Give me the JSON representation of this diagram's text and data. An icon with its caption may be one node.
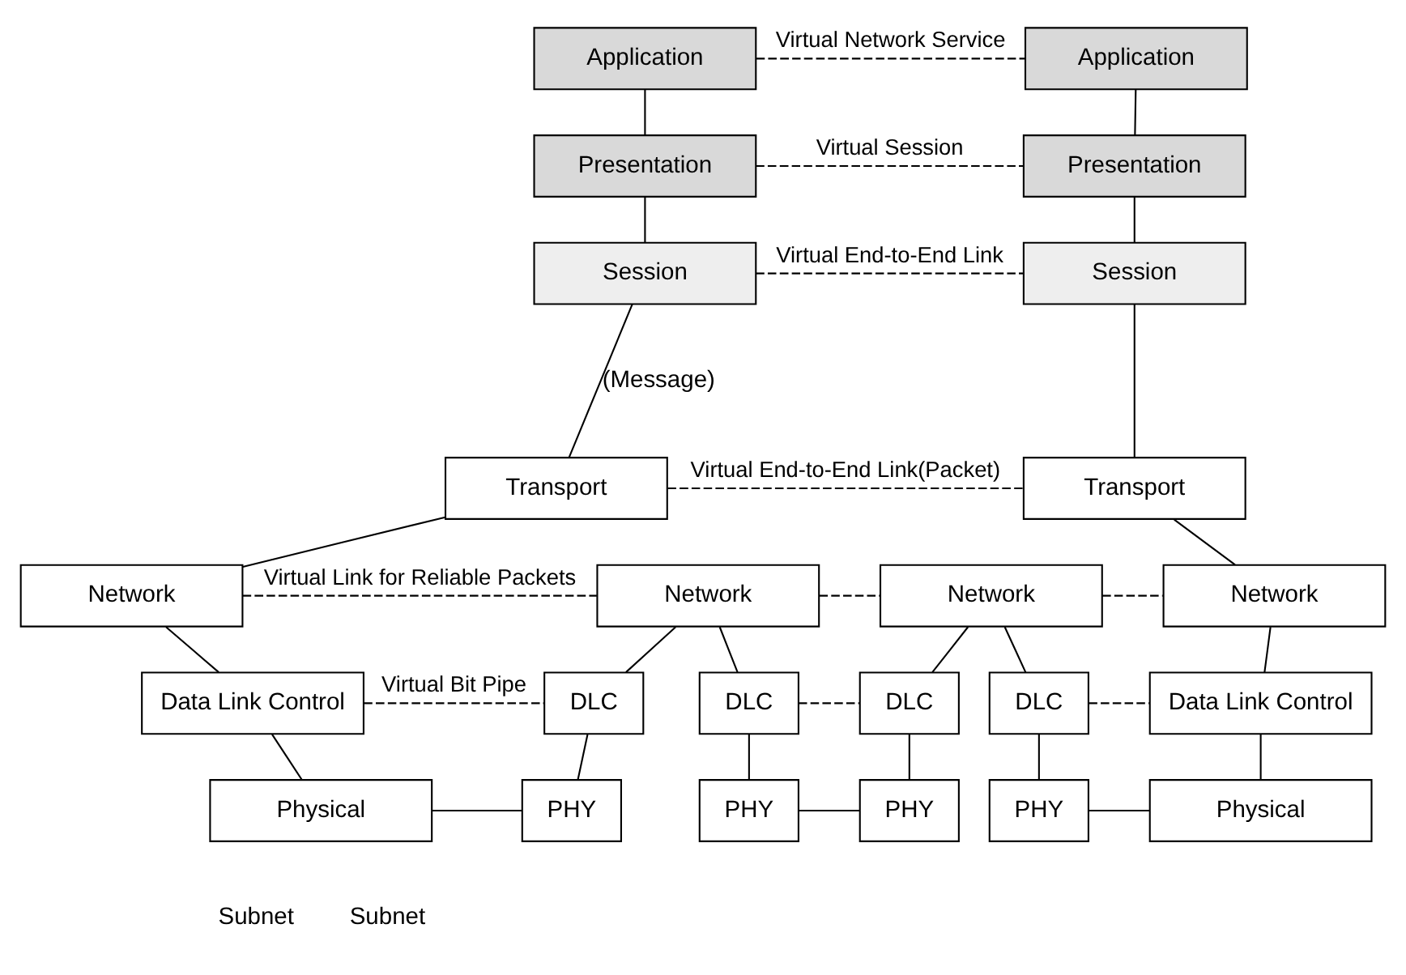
{
  "diagram": {
    "nodes": [
      {
        "text": [
          "Application"
        ]
      },
      {
        "text": [
          "Presentation"
        ]
      },
      {
        "text": [
          "Session"
        ]
      },
      {
        "text": [
          "Transport"
        ]
      },
      {
        "text": [
          "Network"
        ]
      },
      {
        "text": [
          "Data Link Control"
        ]
      },
      {
        "text": [
          "Physical"
        ]
      },
      {
        "text": [
          "Network"
        ]
      },
      {
        "text": [
          "DLC"
        ]
      },
      {
        "text": [
          "DLC"
        ]
      },
      {
        "text": [
          "PHY"
        ]
      },
      {
        "text": [
          "PHY"
        ]
      },
      {
        "text": [
          "Network"
        ]
      },
      {
        "text": [
          "DLC"
        ]
      },
      {
        "text": [
          "DLC"
        ]
      },
      {
        "text": [
          "PHY"
        ]
      },
      {
        "text": [
          "PHY"
        ]
      },
      {
        "text": [
          "Application"
        ]
      },
      {
        "text": [
          "Presentation"
        ]
      },
      {
        "text": [
          "Session"
        ]
      },
      {
        "text": [
          "Transport"
        ]
      },
      {
        "text": [
          "Network"
        ]
      },
      {
        "text": [
          "Data Link Control"
        ]
      },
      {
        "text": [
          "Physical"
        ]
      }
    ],
    "edges": [
      {
        "from": 0,
        "to": 1,
        "arrow": "none"
      },
      {
        "from": 1,
        "to": 2,
        "arrow": "none"
      },
      {
        "from": 2,
        "to": 3,
        "arrow": "none"
      },
      {
        "from": 3,
        "to": 4,
        "arrow": "none"
      },
      {
        "from": 4,
        "to": 5,
        "arrow": "none"
      },
      {
        "from": 5,
        "to": 6,
        "arrow": "none"
      },
      {
        "from": 7,
        "to": 8,
        "arrow": "none"
      },
      {
        "from": 7,
        "to": 9,
        "arrow": "none"
      },
      {
        "from": 8,
        "to": 10,
        "arrow": "none"
      },
      {
        "from": 9,
        "to": 11,
        "arrow": "none"
      },
      {
        "from": 12,
        "to": 13,
        "arrow": "none"
      },
      {
        "from": 12,
        "to": 14,
        "arrow": "none"
      },
      {
        "from": 13,
        "to": 15,
        "arrow": "none"
      },
      {
        "from": 14,
        "to": 16,
        "arrow": "none"
      },
      {
        "from": 17,
        "to": 18,
        "arrow": "none"
      },
      {
        "from": 18,
        "to": 19,
        "arrow": "none"
      },
      {
        "from": 19,
        "to": 20,
        "arrow": "none"
      },
      {
        "from": 20,
        "to": 21,
        "arrow": "none"
      },
      {
        "from": 21,
        "to": 22,
        "arrow": "none"
      },
      {
        "from": 22,
        "to": 23,
        "arrow": "none"
      },
      {
        "from": 6,
        "to": 10,
        "arrow": "none"
      },
      {
        "from": 11,
        "to": 15,
        "arrow": "none"
      },
      {
        "from": 16,
        "to": 23,
        "arrow": "none"
      },
      {
        "from": 0,
        "to": 17,
        "arrow": "none",
        "style": "dashed",
        "label": "Virtual Network Service"
      },
      {
        "from": 1,
        "to": 18,
        "arrow": "none",
        "style": "dashed",
        "label": "Virtual Session"
      },
      {
        "from": 2,
        "to": 19,
        "arrow": "none",
        "style": "dashed",
        "label": "Virtual End-to-End Link"
      },
      {
        "from": 3,
        "to": 20,
        "arrow": "none",
        "style": "dashed",
        "label": "Virtual End-to-End Link(Packet)"
      },
      {
        "from": 4,
        "to": 7,
        "arrow": "none",
        "style": "dashed",
        "label": "Virtual Link for Reliable Packets"
      },
      {
        "from": 7,
        "to": 12,
        "arrow": "none",
        "style": "dashed"
      },
      {
        "from": 12,
        "to": 21,
        "arrow": "none",
        "style": "dashed"
      },
      {
        "from": 5,
        "to": 8,
        "arrow": "none",
        "style": "dashed",
        "label": "Virtual Bit Pipe"
      },
      {
        "from": 9,
        "to": 13,
        "arrow": "none",
        "style": "dashed"
      },
      {
        "from": 14,
        "to": 22,
        "arrow": "none",
        "style": "dashed"
      }
    ],
    "labels": [
      "(Message)",
      "Subnet",
      "Subnet"
    ]
  }
}
